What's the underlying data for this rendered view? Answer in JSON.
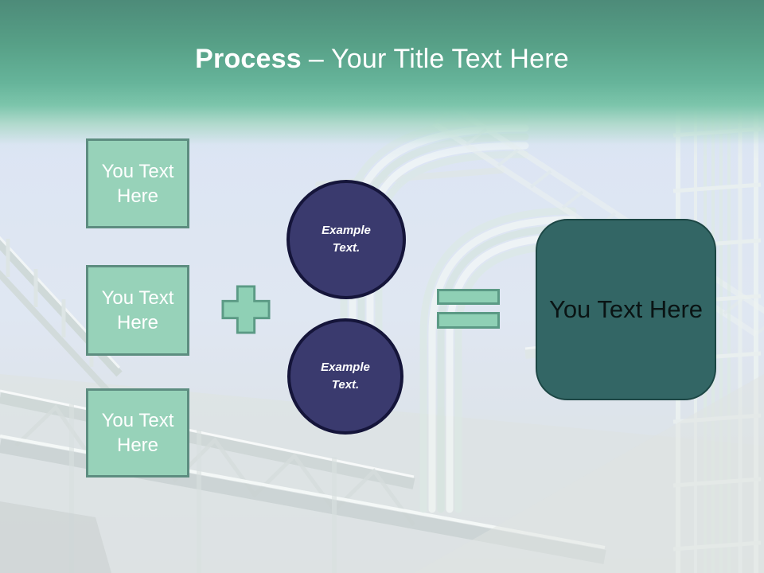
{
  "slide": {
    "title": {
      "prefix": "Process",
      "rest": "– Your Title Text Here"
    }
  },
  "process_diagram": {
    "input_boxes": [
      {
        "label": "You Text Here"
      },
      {
        "label": "You Text Here"
      },
      {
        "label": "You Text Here"
      }
    ],
    "operators": [
      {
        "type": "plus"
      },
      {
        "type": "equals"
      }
    ],
    "example_circles": [
      {
        "label": "Example Text."
      },
      {
        "label": "Example Text."
      }
    ],
    "result_box": {
      "label": "You Text Here"
    }
  },
  "colors": {
    "header_gradient_top": "#4D8B79",
    "header_gradient_mid": "#68B79D",
    "title_text": "#FFFFFF",
    "input_box_fill": "#97D2B9",
    "input_box_border": "#5D8D80",
    "input_box_text": "#FFFFFF",
    "operator_fill": "#8FD0B5",
    "operator_border": "#5B9A85",
    "circle_fill": "#3A3A6E",
    "circle_border": "#15153A",
    "circle_text": "#FFFFFF",
    "result_fill": "#336665",
    "result_border": "#1C4644",
    "result_text": "#0A1414",
    "sky": "#D6E2F4"
  },
  "background": {
    "name": "industrial-pipe-rack-photo"
  }
}
